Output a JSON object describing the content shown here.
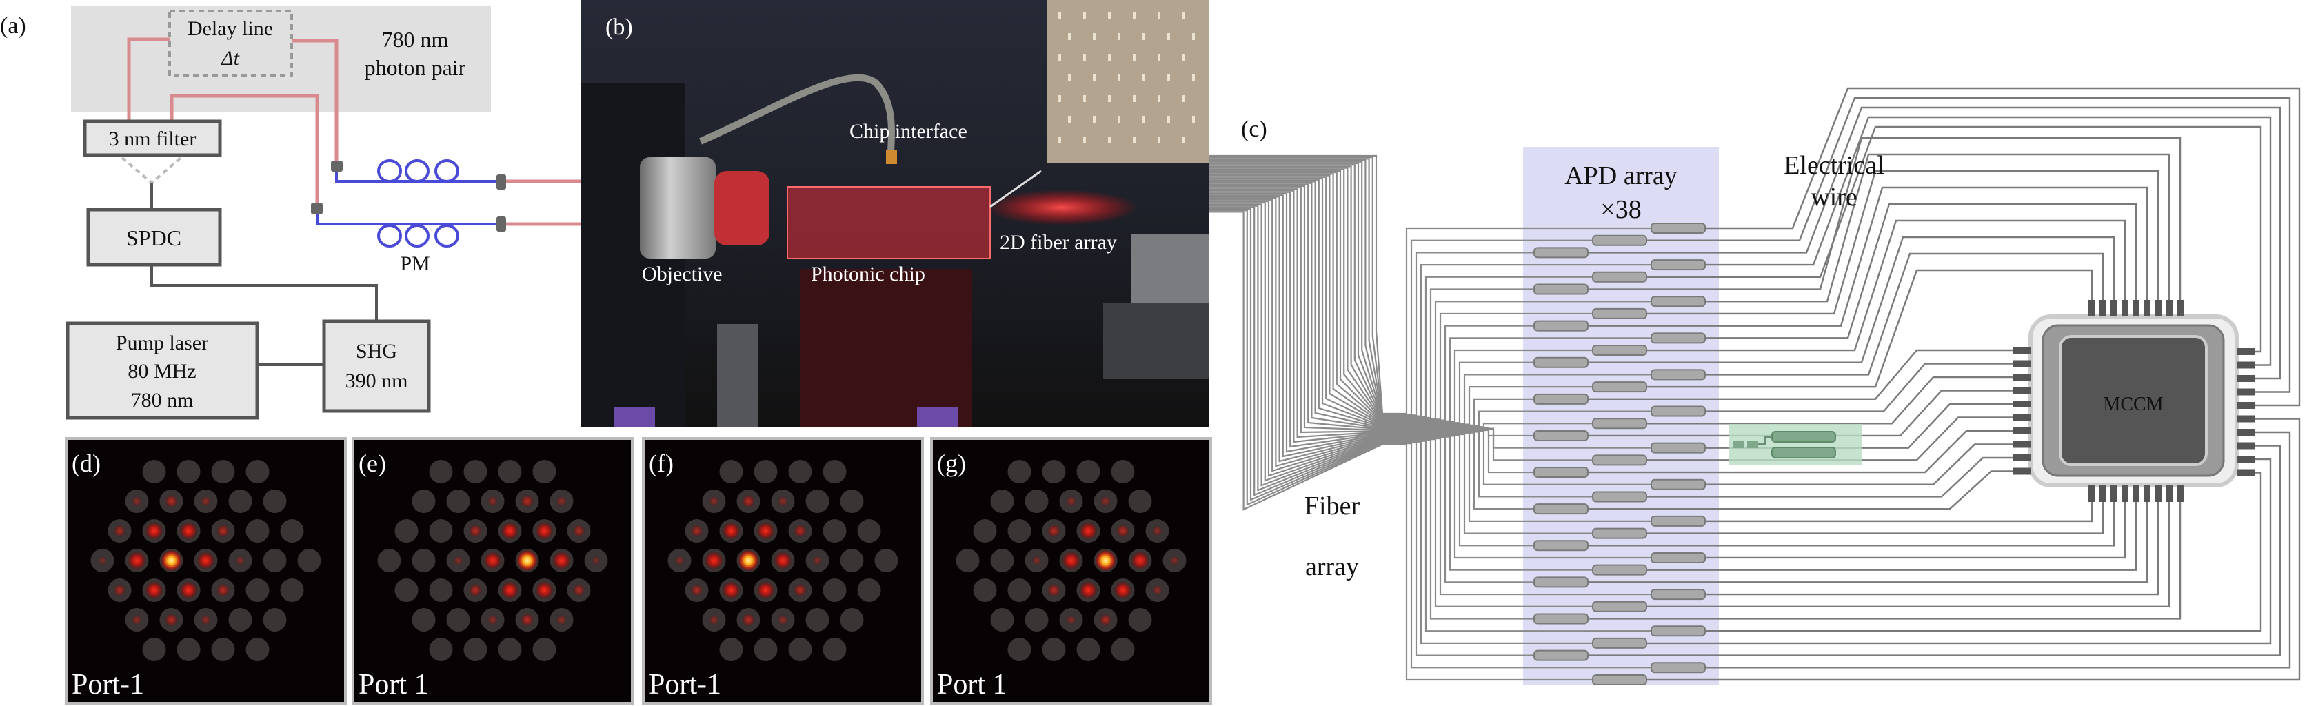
{
  "panel_a": {
    "label": "(a)",
    "delay_line": "Delay line",
    "delta_t": "Δt",
    "photon_pair_1": "780 nm",
    "photon_pair_2": "photon pair",
    "filter": "3 nm filter",
    "spdc": "SPDC",
    "pm": "PM",
    "pump_1": "Pump laser",
    "pump_2": "80 MHz",
    "pump_3": "780 nm",
    "shg_1": "SHG",
    "shg_2": "390 nm",
    "colors": {
      "fiber_red": "#d98a8f",
      "pm_blue": "#4a4ad8",
      "box_gray": "#e6e6e6"
    }
  },
  "panel_b": {
    "label": "(b)",
    "chip_interface": "Chip interface",
    "objective": "Objective",
    "photonic_chip": "Photonic chip",
    "fiber_array_2d": "2D fiber array"
  },
  "panel_c": {
    "label": "(c)",
    "apd_1": "APD array",
    "apd_2": "×38",
    "apd_count": 38,
    "wire_1": "Electrical",
    "wire_2": "wire",
    "fiber_1": "Fiber",
    "fiber_2": "array",
    "chip": "MCCM",
    "colors": {
      "apd_band": "#dcdcf4",
      "module": "#b7dcc2",
      "chip_core": "#555555"
    }
  },
  "intensity_panels": [
    {
      "label": "(d)",
      "port": "Port-1",
      "rows": [
        [
          0,
          0,
          0,
          0
        ],
        [
          0.2,
          0.4,
          0.2,
          0,
          0
        ],
        [
          0.35,
          0.75,
          0.75,
          0.4,
          0,
          0
        ],
        [
          0.1,
          0.8,
          1,
          0.75,
          0.15,
          0,
          0
        ],
        [
          0.35,
          0.75,
          0.75,
          0.4,
          0,
          0
        ],
        [
          0.2,
          0.4,
          0.2,
          0,
          0
        ],
        [
          0,
          0,
          0,
          0
        ]
      ]
    },
    {
      "label": "(e)",
      "port": "Port 1",
      "rows": [
        [
          0,
          0,
          0,
          0
        ],
        [
          0,
          0,
          0.2,
          0.4,
          0.2
        ],
        [
          0,
          0,
          0.4,
          0.75,
          0.75,
          0.35
        ],
        [
          0,
          0,
          0.15,
          0.75,
          1,
          0.8,
          0.1
        ],
        [
          0,
          0,
          0.4,
          0.75,
          0.75,
          0.35
        ],
        [
          0,
          0,
          0.2,
          0.4,
          0.2
        ],
        [
          0,
          0,
          0,
          0
        ]
      ]
    },
    {
      "label": "(f)",
      "port": "Port-1",
      "rows": [
        [
          0,
          0,
          0,
          0
        ],
        [
          0.2,
          0.4,
          0.2,
          0,
          0
        ],
        [
          0.35,
          0.75,
          0.75,
          0.4,
          0,
          0
        ],
        [
          0.15,
          0.8,
          1,
          0.75,
          0.15,
          0,
          0
        ],
        [
          0.35,
          0.75,
          0.75,
          0.4,
          0,
          0
        ],
        [
          0.2,
          0.4,
          0.2,
          0,
          0
        ],
        [
          0,
          0,
          0,
          0
        ]
      ]
    },
    {
      "label": "(g)",
      "port": "Port 1",
      "rows": [
        [
          0,
          0,
          0,
          0
        ],
        [
          0,
          0,
          0.2,
          0.2,
          0
        ],
        [
          0,
          0,
          0.4,
          0.75,
          0.4,
          0.2
        ],
        [
          0,
          0,
          0.15,
          0.8,
          1,
          0.8,
          0.15
        ],
        [
          0,
          0,
          0.4,
          0.75,
          0.75,
          0.2
        ],
        [
          0,
          0,
          0.15,
          0.35,
          0
        ],
        [
          0,
          0,
          0,
          0
        ]
      ]
    }
  ]
}
